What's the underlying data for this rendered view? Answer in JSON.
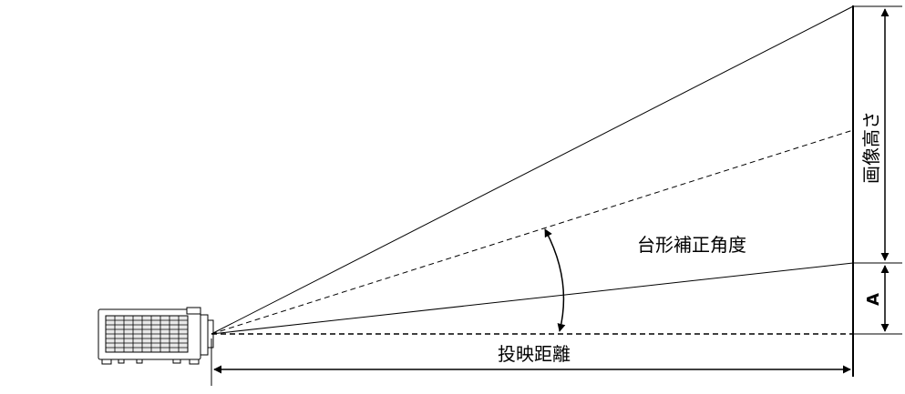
{
  "labels": {
    "keystone_angle": "台形補正角度",
    "throw_distance": "投映距離",
    "image_height": "画像高さ",
    "offset": "A"
  }
}
